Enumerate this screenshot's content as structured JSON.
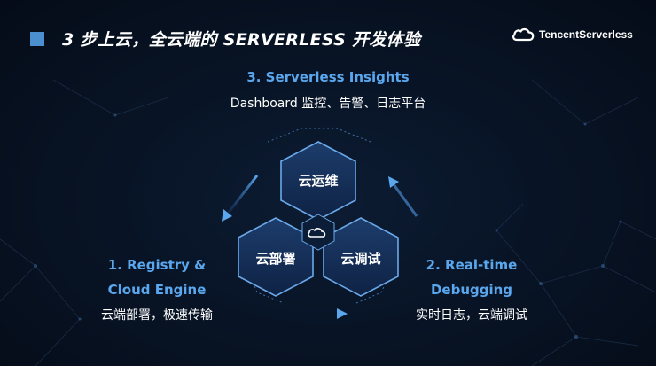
{
  "slide": {
    "title": "3 步上云，全云端的 SERVERLESS  开发体验",
    "logo_text": "TencentServerless"
  },
  "insights": {
    "title": "3. Serverless Insights",
    "description": "Dashboard 监控、告警、日志平台"
  },
  "registry": {
    "title_line1": "1. Registry &",
    "title_line2": "Cloud Engine",
    "description": "云端部署，极速传输"
  },
  "realtime": {
    "title_line1": "2. Real-time",
    "title_line2": "Debugging",
    "description": "实时日志，云端调试"
  },
  "hexagons": {
    "ops": "云运维",
    "deploy": "云部署",
    "debug": "云调试"
  },
  "center_icon": "cloud-icon",
  "colors": {
    "accent_blue": "#5aa7ee",
    "title_square": "#4b8fd0",
    "background": "#081426",
    "hex_fill": "#16315a"
  }
}
